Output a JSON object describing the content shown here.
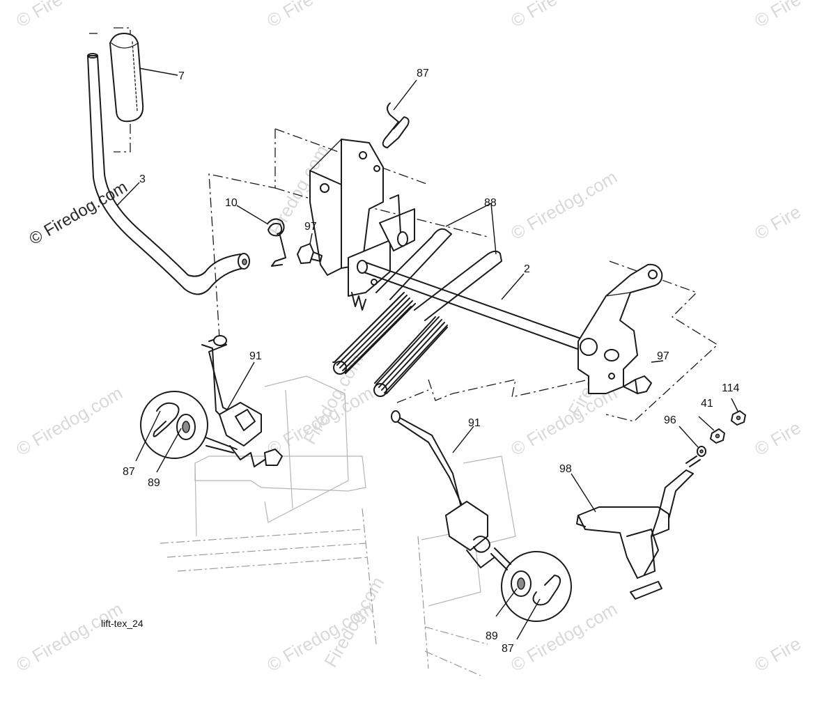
{
  "diagram": {
    "code": "lift-tex_24",
    "watermark": "© Firedog.com",
    "watermark_short": "© Fire",
    "watermark_mid": "Firedog.com",
    "callouts": {
      "handle_grip": "7",
      "lift_lever": "3",
      "clip_top": "87",
      "torsion_spring": "10",
      "bolt_left": "97",
      "spring_link": "88",
      "lift_shaft": "2",
      "bolt_right": "97",
      "link_left": "91",
      "clip_left": "87",
      "washer_left": "89",
      "link_right": "91",
      "washer_right": "89",
      "clip_right": "87",
      "nut_114": "114",
      "nut_41": "41",
      "washer_96": "96",
      "bracket_98": "98"
    }
  }
}
